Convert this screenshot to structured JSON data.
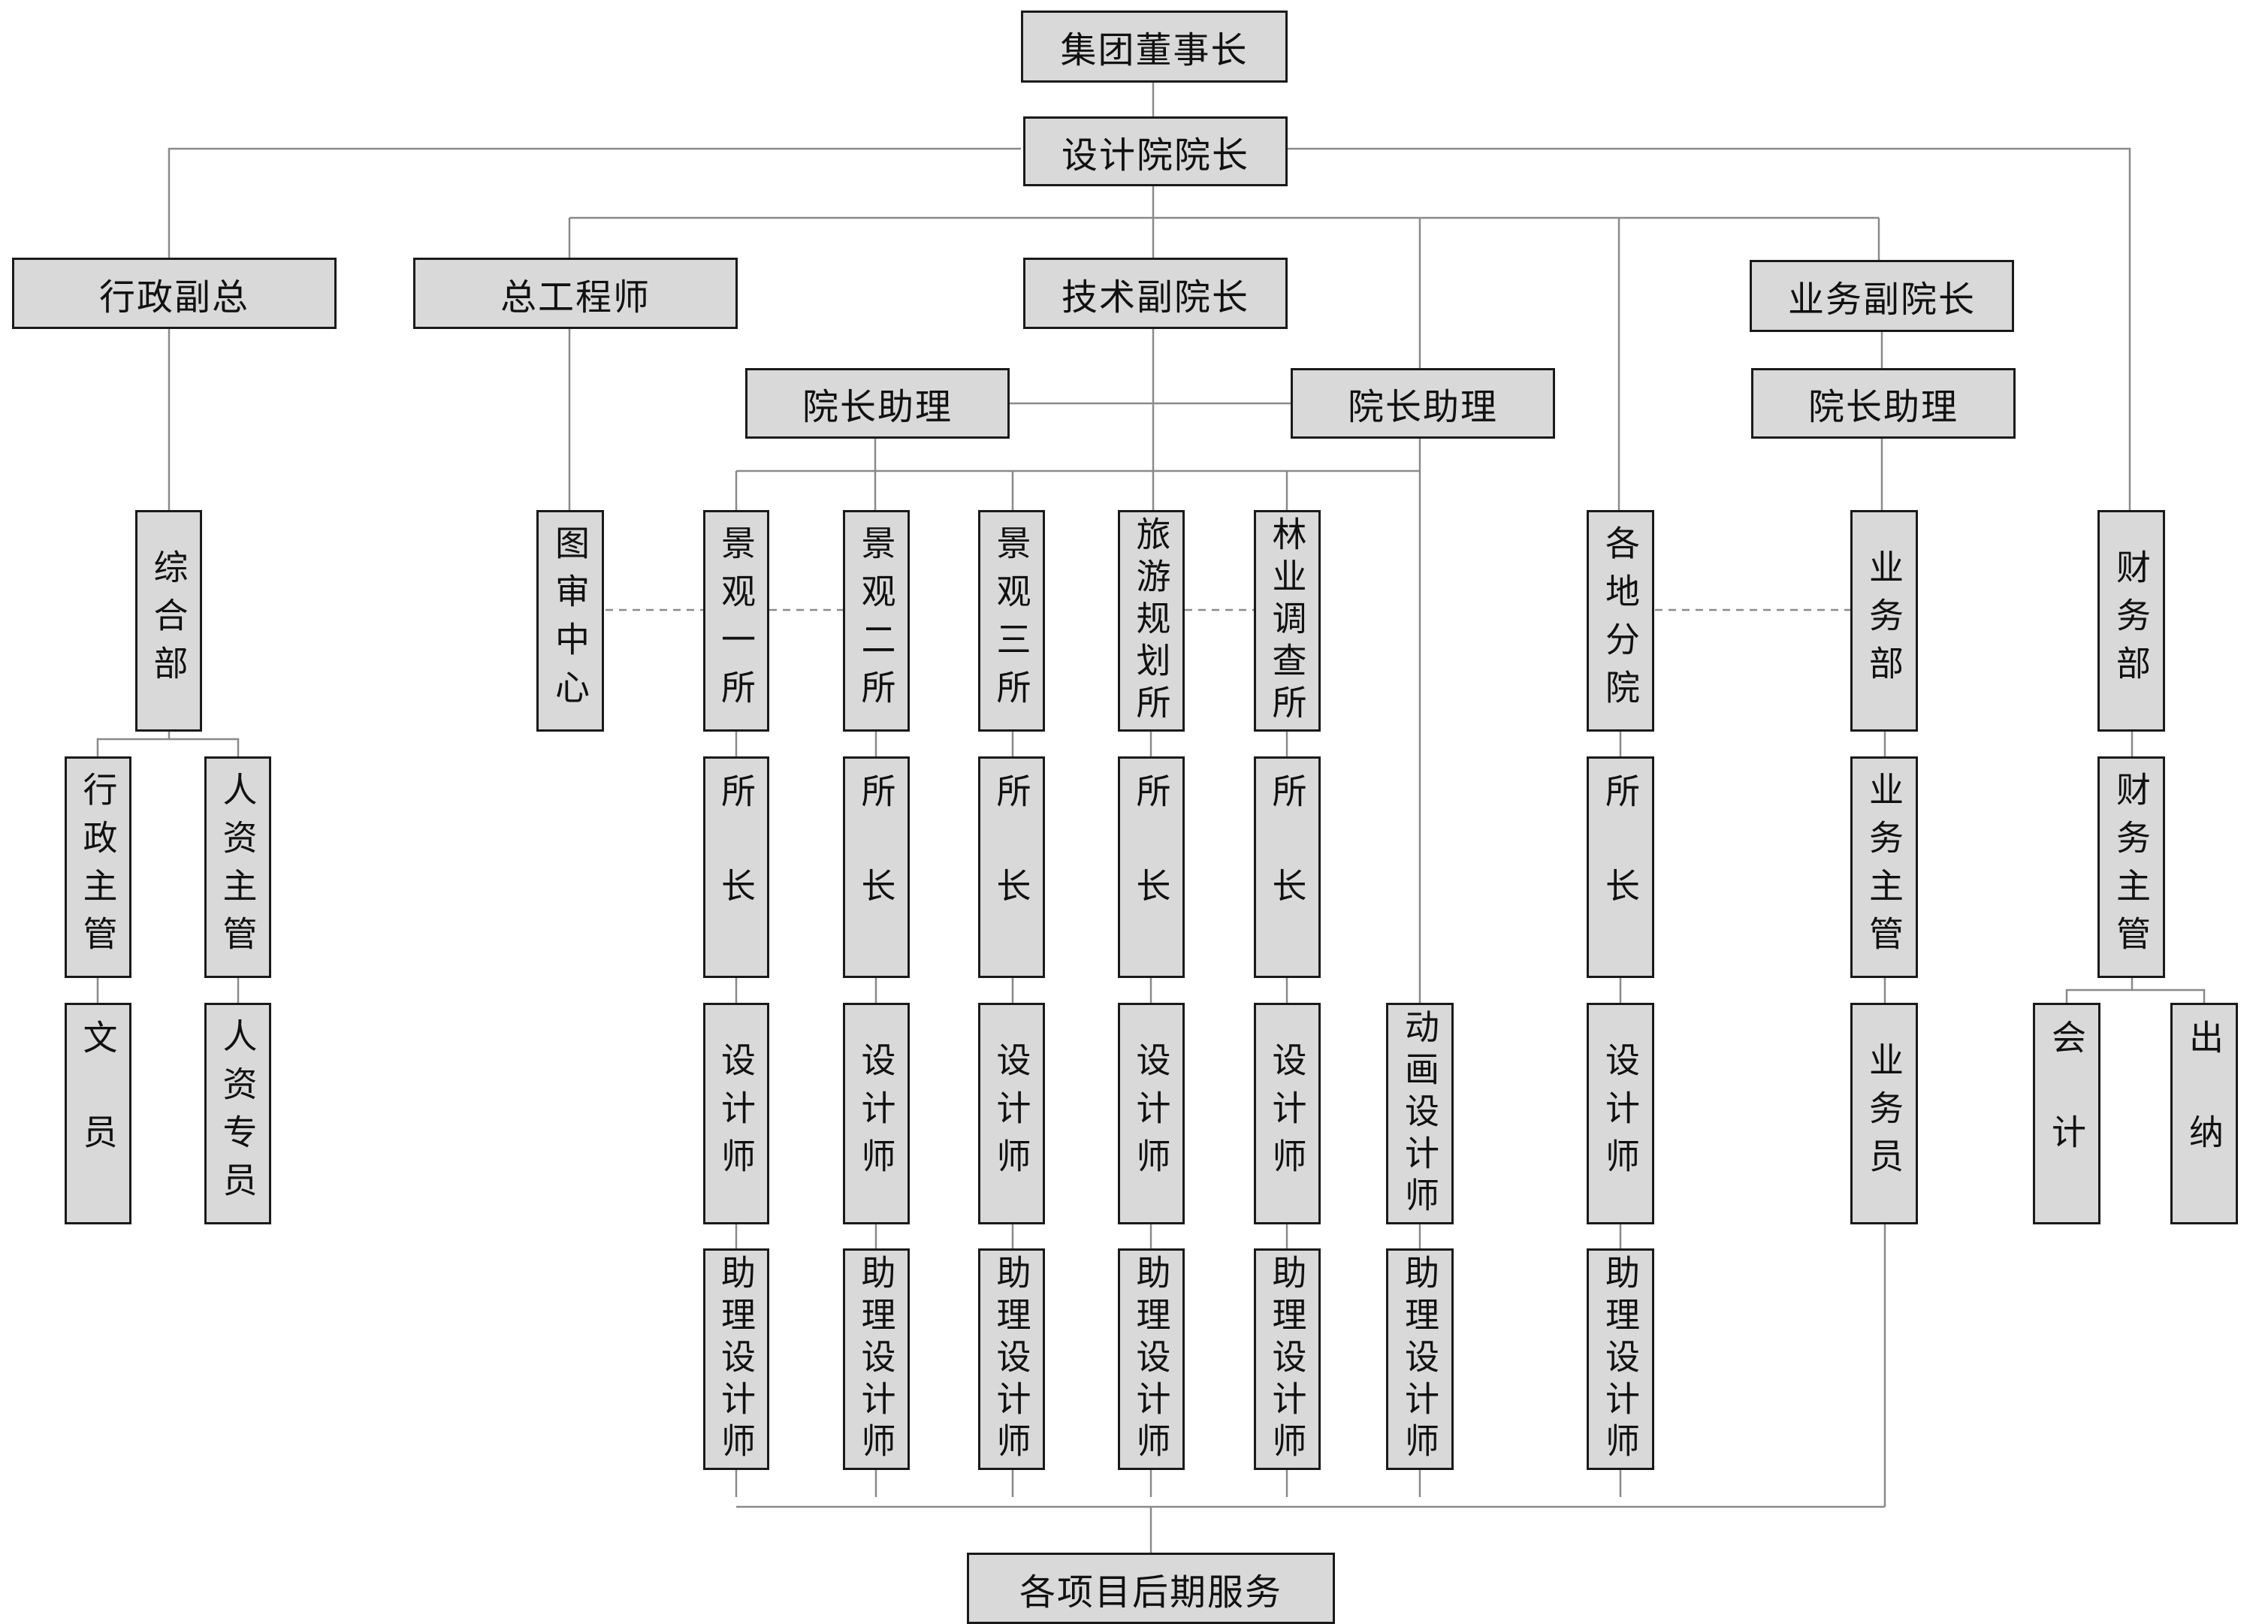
{
  "nodes": {
    "chairman": "集团董事长",
    "president": "设计院院长",
    "vp_admin": "行政副总",
    "chief_engineer": "总工程师",
    "vp_tech": "技术副院长",
    "vp_business": "业务副院长",
    "assistant_left": "院长助理",
    "assistant_mid": "院长助理",
    "assistant_right": "院长助理",
    "general_dept": "综合部",
    "admin_supervisor": "行政主管",
    "hr_supervisor": "人资主管",
    "clerk": "文员",
    "hr_specialist": "人资专员",
    "review_center": "图审中心",
    "landscape_1": "景观一所",
    "landscape_2": "景观二所",
    "landscape_3": "景观三所",
    "tourism_planning": "旅游规划所",
    "forestry_survey": "林业调查所",
    "branches": "各地分院",
    "business_dept": "业务部",
    "finance_dept": "财务部",
    "director_1": "所长",
    "director_2": "所长",
    "director_3": "所长",
    "director_4": "所长",
    "director_5": "所长",
    "director_6": "所长",
    "business_supervisor": "业务主管",
    "finance_supervisor": "财务主管",
    "designer_1": "设计师",
    "designer_2": "设计师",
    "designer_3": "设计师",
    "designer_4": "设计师",
    "designer_5": "设计师",
    "animation_designer": "动画设计师",
    "designer_6": "设计师",
    "salesperson": "业务员",
    "accountant": "会计",
    "cashier": "出纳",
    "assistant_designer_1": "助理设计师",
    "assistant_designer_2": "助理设计师",
    "assistant_designer_3": "助理设计师",
    "assistant_designer_4": "助理设计师",
    "assistant_designer_5": "助理设计师",
    "assistant_designer_6": "助理设计师",
    "assistant_designer_7": "助理设计师",
    "after_service": "各项目后期服务"
  }
}
